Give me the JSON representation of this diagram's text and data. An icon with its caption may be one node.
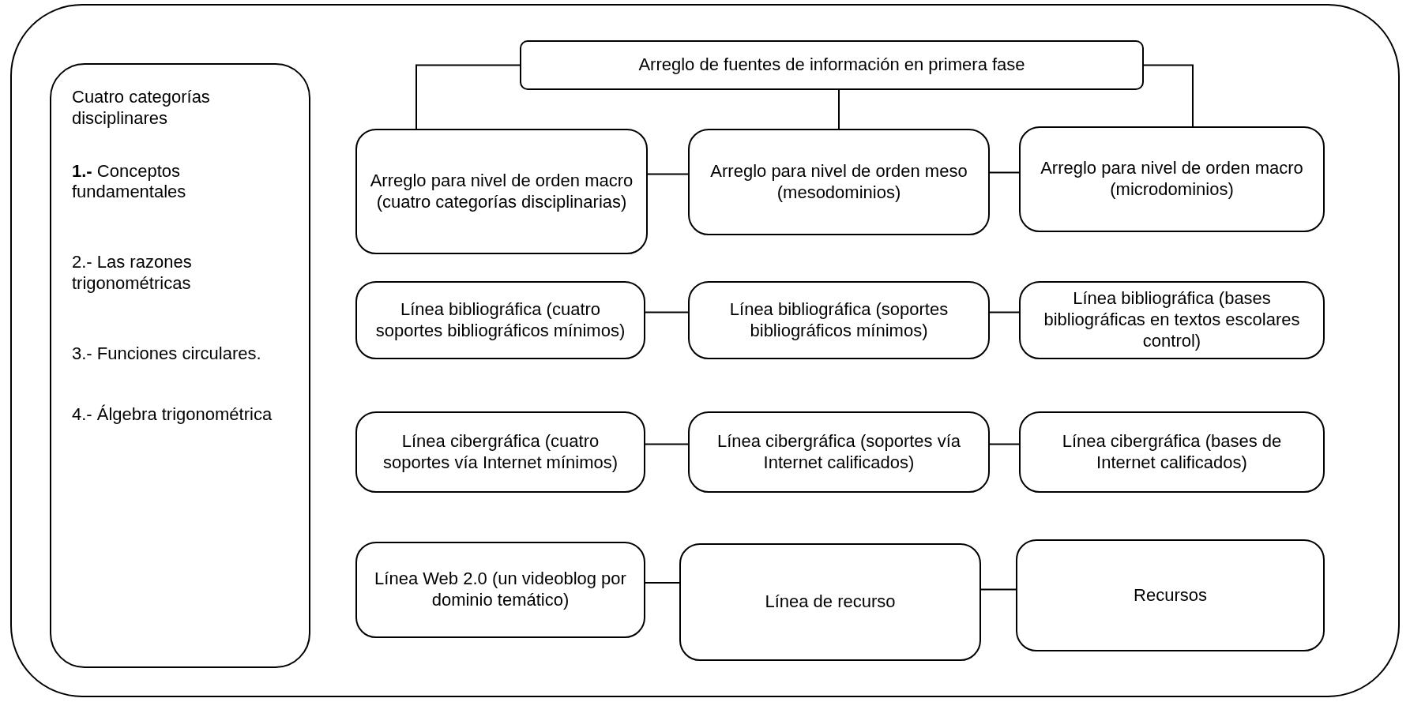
{
  "diagram": {
    "nodes": [
      {
        "text": [
          "Cuatro categorías disciplinares",
          "**1.-** Conceptos fundamentales",
          "2.- Las razones trigonométricas",
          "3.- Funciones circulares.",
          "4.- Álgebra trigonométrica"
        ]
      },
      {
        "text": [
          "Arreglo de fuentes de información en primera fase"
        ]
      },
      {
        "text": [
          "Arreglo para nivel de orden macro (cuatro categorías disciplinarias)"
        ]
      },
      {
        "text": [
          "Arreglo para nivel de orden meso (mesodominios)"
        ]
      },
      {
        "text": [
          "Arreglo para nivel de orden macro (microdominios)"
        ]
      },
      {
        "text": [
          "Línea bibliográfica (cuatro soportes bibliográficos mínimos)"
        ]
      },
      {
        "text": [
          "Línea bibliográfica (soportes bibliográficos mínimos)"
        ]
      },
      {
        "text": [
          "Línea bibliográfica (bases bibliográficas en textos escolares control)"
        ]
      },
      {
        "text": [
          "Línea cibergráfica (cuatro soportes vía Internet mínimos)"
        ]
      },
      {
        "text": [
          "Línea cibergráfica (soportes vía Internet calificados)"
        ]
      },
      {
        "text": [
          "Línea cibergráfica (bases de Internet calificados)"
        ]
      },
      {
        "text": [
          "Línea Web 2.0 (un videoblog por dominio temático)"
        ]
      },
      {
        "text": [
          "Línea de recurso"
        ]
      },
      {
        "text": [
          "Recursos"
        ]
      }
    ],
    "edges": [
      {
        "from": 1,
        "to": 2,
        "arrow": "none"
      },
      {
        "from": 1,
        "to": 3,
        "arrow": "none"
      },
      {
        "from": 1,
        "to": 4,
        "arrow": "none"
      },
      {
        "from": 2,
        "to": 3,
        "arrow": "none"
      },
      {
        "from": 3,
        "to": 4,
        "arrow": "none"
      },
      {
        "from": 5,
        "to": 6,
        "arrow": "none"
      },
      {
        "from": 6,
        "to": 7,
        "arrow": "none"
      },
      {
        "from": 8,
        "to": 9,
        "arrow": "none"
      },
      {
        "from": 9,
        "to": 10,
        "arrow": "none"
      },
      {
        "from": 11,
        "to": 12,
        "arrow": "none"
      },
      {
        "from": 12,
        "to": 13,
        "arrow": "none"
      }
    ]
  }
}
